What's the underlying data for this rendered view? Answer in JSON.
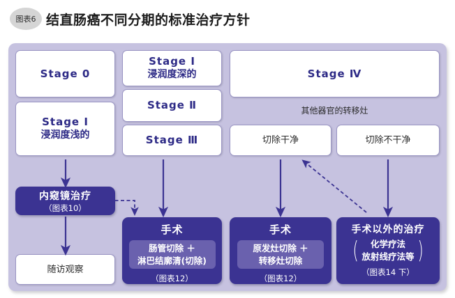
{
  "header": {
    "badge": "图表6",
    "title": "结直肠癌不同分期的标准治疗方针"
  },
  "colors": {
    "panel_bg": "#c6c2e0",
    "box_white": "#ffffff",
    "box_dark": "#3b3392",
    "box_inner": "#6a61ae",
    "stage_text": "#2d2a86",
    "arrow": "#3b3392",
    "badge_bg": "#d5d5d5"
  },
  "stages": {
    "stage0": {
      "label": "Stage 0"
    },
    "stage1_shallow": {
      "label": "Stage Ⅰ",
      "sub": "浸润度浅的"
    },
    "stage1_deep": {
      "label": "Stage Ⅰ",
      "sub": "浸润度深的"
    },
    "stage2": {
      "label": "Stage Ⅱ"
    },
    "stage3": {
      "label": "Stage Ⅲ"
    },
    "stage4": {
      "label": "Stage Ⅳ"
    }
  },
  "metastasis": {
    "section_label": "其他器官的转移灶",
    "resectable": "切除干净",
    "unresectable": "切除不干净"
  },
  "treatments": {
    "endoscopic": {
      "title": "内窥镜治疗",
      "note": "（图表10）"
    },
    "followup": {
      "label": "随访观察"
    },
    "surgery_primary": {
      "title": "手术",
      "detail_line1": "肠管切除 ＋",
      "detail_line2": "淋巴结廓清(切除)",
      "note": "（图表12）"
    },
    "surgery_metastasis": {
      "title": "手术",
      "detail_line1": "原发灶切除 ＋",
      "detail_line2": "转移灶切除",
      "note": "（图表12）"
    },
    "non_surgical": {
      "title": "手术以外的治疗",
      "detail_line1": "化学疗法",
      "detail_line2": "放射线疗法等",
      "note": "（图表14 下）",
      "paren_left": "(",
      "paren_right": ")"
    }
  }
}
